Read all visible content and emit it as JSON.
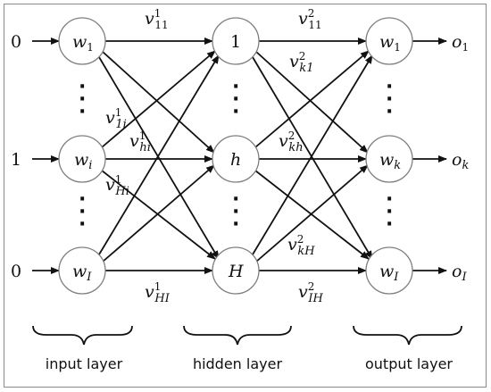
{
  "inputs": [
    "0",
    "1",
    "0"
  ],
  "input_nodes": [
    {
      "base": "w",
      "sub": "1"
    },
    {
      "base": "w",
      "sub": "i"
    },
    {
      "base": "w",
      "sub": "I"
    }
  ],
  "hidden_nodes": [
    {
      "base": "1",
      "sub": ""
    },
    {
      "base": "h",
      "sub": ""
    },
    {
      "base": "H",
      "sub": ""
    }
  ],
  "output_nodes": [
    {
      "base": "w",
      "sub": "1"
    },
    {
      "base": "w",
      "sub": "k"
    },
    {
      "base": "w",
      "sub": "I"
    }
  ],
  "outputs": [
    {
      "base": "o",
      "sub": "1"
    },
    {
      "base": "o",
      "sub": "k"
    },
    {
      "base": "o",
      "sub": "I"
    }
  ],
  "weights_layer1": [
    {
      "base": "v",
      "sup": "1",
      "sub": "11"
    },
    {
      "base": "v",
      "sup": "1",
      "sub": "1i"
    },
    {
      "base": "v",
      "sup": "1",
      "sub": "hi"
    },
    {
      "base": "v",
      "sup": "1",
      "sub": "Hi"
    },
    {
      "base": "v",
      "sup": "1",
      "sub": "HI"
    }
  ],
  "weights_layer2": [
    {
      "base": "v",
      "sup": "2",
      "sub": "11"
    },
    {
      "base": "v",
      "sup": "2",
      "sub": "k1"
    },
    {
      "base": "v",
      "sup": "2",
      "sub": "kh"
    },
    {
      "base": "v",
      "sup": "2",
      "sub": "kH"
    },
    {
      "base": "v",
      "sup": "2",
      "sub": "IH"
    }
  ],
  "captions": {
    "input": "input layer",
    "hidden": "hidden layer",
    "output": "output layer"
  }
}
